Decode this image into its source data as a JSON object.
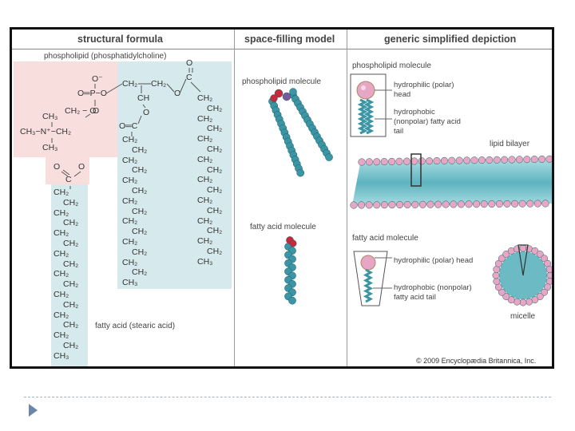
{
  "columns": {
    "structural": "structural formula",
    "space_filling": "space-filling model",
    "generic": "generic simplified depiction"
  },
  "structural": {
    "phospholipid_title": "phospholipid (phosphatidylcholine)",
    "phosphate_o_minus": "O⁻",
    "phosphate_row": "O═P−O",
    "phosphate_o_bottom": "O",
    "ch2_a": "CH₂",
    "ch2_b": "CH₂",
    "ch_center": "CH",
    "o_left": "O",
    "o_right": "O",
    "c_carbonyl": "C",
    "o_carbonyl": "O",
    "oc_carbonyl": "O═C",
    "choline_ch3_top": "CH₃",
    "choline_ch2_o": "CH₂ − O",
    "choline_n": "CH₃−N⁺−CH₂",
    "choline_ch3_bottom": "CH₃",
    "fatty_acid_title": "fatty acid (stearic acid)",
    "fa_o_left": "O",
    "fa_o_right": "O",
    "fa_c": "C",
    "ch2": "CH₂",
    "ch3": "CH₃"
  },
  "space_filling": {
    "phospholipid_label": "phospholipid molecule",
    "fatty_acid_label": "fatty acid molecule"
  },
  "generic": {
    "phospholipid_label": "phospholipid molecule",
    "hydrophilic_label": "hydrophilic (polar) head",
    "hydrophobic_label": "hydrophobic (nonpolar) fatty acid tail",
    "bilayer_label": "lipid bilayer",
    "fatty_acid_label": "fatty acid molecule",
    "hydrophilic_label_2": "hydrophilic (polar) head",
    "hydrophobic_label_2": "hydrophobic (nonpolar) fatty acid tail",
    "micelle_label": "micelle"
  },
  "copyright": "© 2009 Encyclopædia Britannica, Inc.",
  "colors": {
    "pink_bg": "#f9dede",
    "blue_bg": "#d6e9ec",
    "tail_teal": "#3b95a4",
    "head_pink": "#e7a6c3",
    "head_red": "#c7283a",
    "bilayer_core": "#7fc7cf",
    "bullet": "#6a86a8"
  }
}
